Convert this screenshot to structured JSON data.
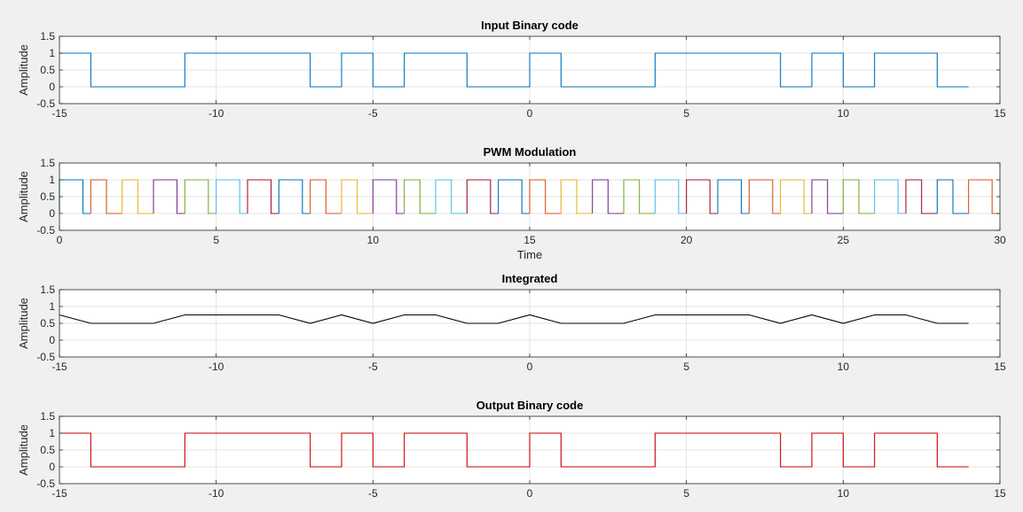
{
  "chart_data": [
    {
      "type": "line",
      "title": "Input Binary code",
      "xlabel": "",
      "ylabel": "Amplitude",
      "xlim": [
        -15,
        15
      ],
      "ylim": [
        -0.5,
        1.5
      ],
      "xticks": [
        "-15",
        "-10",
        "-5",
        "0",
        "5",
        "10",
        "15"
      ],
      "yticks": [
        "-0.5",
        "0",
        "0.5",
        "1",
        "1.5"
      ],
      "grid": true,
      "series": [
        {
          "color": "#0072BD",
          "x": [
            -15,
            -14,
            -14,
            -11,
            -11,
            -7,
            -7,
            -6,
            -6,
            -5,
            -5,
            -4,
            -4,
            -2,
            -2,
            0,
            0,
            1,
            1,
            4,
            4,
            8,
            8,
            9,
            9,
            10,
            10,
            11,
            11,
            13,
            13,
            14
          ],
          "y": [
            1,
            1,
            0,
            0,
            1,
            1,
            0,
            0,
            1,
            1,
            0,
            0,
            1,
            1,
            0,
            0,
            1,
            1,
            0,
            0,
            1,
            1,
            0,
            0,
            1,
            1,
            0,
            0,
            1,
            1,
            0,
            0
          ]
        }
      ]
    },
    {
      "type": "line",
      "title": "PWM Modulation",
      "xlabel": "Time",
      "ylabel": "Amplitude",
      "xlim": [
        0,
        30
      ],
      "ylim": [
        -0.5,
        1.5
      ],
      "xticks": [
        "0",
        "5",
        "10",
        "15",
        "20",
        "25",
        "30"
      ],
      "yticks": [
        "-0.5",
        "0",
        "0.5",
        "1",
        "1.5"
      ],
      "grid": true,
      "colors": [
        "#0072BD",
        "#D95319",
        "#EDB120",
        "#7E2F8E",
        "#77AC30",
        "#4DBEEE",
        "#A2142F"
      ],
      "duty": [
        0.75,
        0.5,
        0.5,
        0.75,
        0.75,
        0.75,
        0.75,
        0.75,
        0.5,
        0.5,
        0.75,
        0.5,
        0.5,
        0.75,
        0.75,
        0.5,
        0.5,
        0.5,
        0.5,
        0.75,
        0.75,
        0.75,
        0.75,
        0.75,
        0.5,
        0.5,
        0.75,
        0.5,
        0.5,
        0.75
      ]
    },
    {
      "type": "line",
      "title": "Integrated",
      "xlabel": "",
      "ylabel": "Amplitude",
      "xlim": [
        -15,
        15
      ],
      "ylim": [
        -0.5,
        1.5
      ],
      "xticks": [
        "-15",
        "-10",
        "-5",
        "0",
        "5",
        "10",
        "15"
      ],
      "yticks": [
        "-0.5",
        "0",
        "0.5",
        "1",
        "1.5"
      ],
      "grid": true,
      "series": [
        {
          "color": "#000000",
          "x": [
            -15,
            -14,
            -13,
            -12,
            -11,
            -10,
            -9,
            -8,
            -7,
            -6,
            -5,
            -4,
            -3,
            -2,
            -1,
            0,
            1,
            2,
            3,
            4,
            5,
            6,
            7,
            8,
            9,
            10,
            11,
            12,
            13,
            14
          ],
          "y": [
            0.75,
            0.5,
            0.5,
            0.5,
            0.75,
            0.75,
            0.75,
            0.75,
            0.5,
            0.75,
            0.5,
            0.75,
            0.75,
            0.5,
            0.5,
            0.75,
            0.5,
            0.5,
            0.5,
            0.75,
            0.75,
            0.75,
            0.75,
            0.5,
            0.75,
            0.5,
            0.75,
            0.75,
            0.5,
            0.5
          ]
        }
      ]
    },
    {
      "type": "line",
      "title": "Output Binary code",
      "xlabel": "",
      "ylabel": "Amplitude",
      "xlim": [
        -15,
        15
      ],
      "ylim": [
        -0.5,
        1.5
      ],
      "xticks": [
        "-15",
        "-10",
        "-5",
        "0",
        "5",
        "10",
        "15"
      ],
      "yticks": [
        "-0.5",
        "0",
        "0.5",
        "1",
        "1.5"
      ],
      "grid": true,
      "series": [
        {
          "color": "#CC0000",
          "x": [
            -15,
            -14,
            -14,
            -11,
            -11,
            -7,
            -7,
            -6,
            -6,
            -5,
            -5,
            -4,
            -4,
            -2,
            -2,
            0,
            0,
            1,
            1,
            4,
            4,
            8,
            8,
            9,
            9,
            10,
            10,
            11,
            11,
            13,
            13,
            14
          ],
          "y": [
            1,
            1,
            0,
            0,
            1,
            1,
            0,
            0,
            1,
            1,
            0,
            0,
            1,
            1,
            0,
            0,
            1,
            1,
            0,
            0,
            1,
            1,
            0,
            0,
            1,
            1,
            0,
            0,
            1,
            1,
            0,
            0
          ]
        }
      ]
    }
  ]
}
